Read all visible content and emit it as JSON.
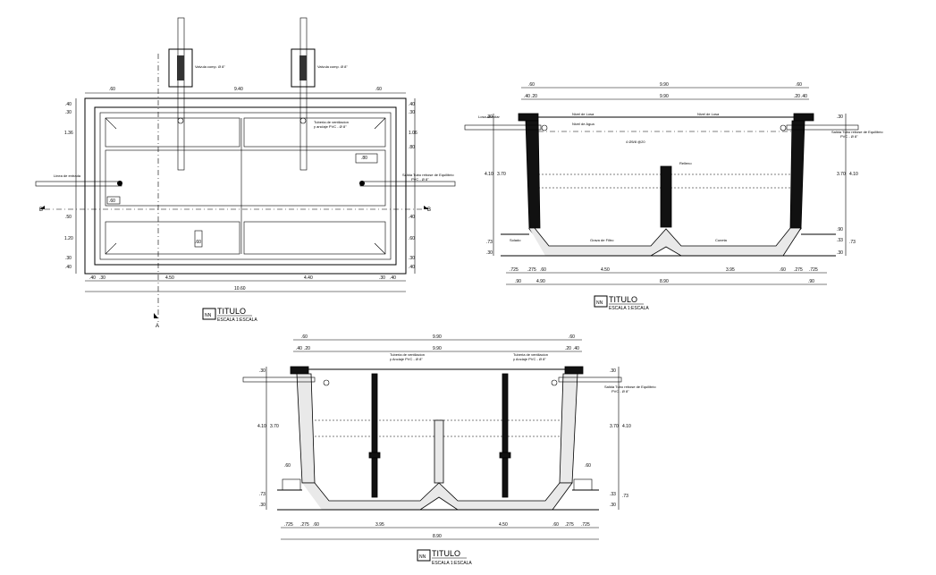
{
  "plan": {
    "valve_label_left": "Valvula comp. Ø 8\"",
    "valve_label_right": "Valvula comp. Ø 8\"",
    "vent_pipe_label_1": "Tuberia de ventilacion",
    "vent_pipe_label_2": "y anclaje PVC - Ø 8\"",
    "overflow_label_1": "Salida Tubo rebose de Equilibrio",
    "overflow_label_2": "PVC - Ø 8\"",
    "inlet_label": "Linea de entrada",
    "section_marker": "B",
    "axis_marker": "A",
    "top_dims": [
      ".60",
      "9.40",
      ".60"
    ],
    "bottom_total": "10.60",
    "bottom_dims": [
      ".40",
      ".30",
      "4.50",
      "4.40",
      ".30",
      ".40"
    ],
    "left_dims": [
      ".40",
      ".30",
      "1.36",
      ".50",
      "1.20",
      ".30",
      ".40"
    ],
    "right_dims": [
      ".40",
      ".30",
      "1.06",
      ".80",
      ".40",
      ".60",
      ".30",
      ".40"
    ],
    "inner_dims": [
      ".80",
      ".60",
      ".60"
    ],
    "title_tag": "NN",
    "title": "TITULO",
    "scale": "ESCALA 1:ESCALA"
  },
  "section_top": {
    "top_dims": [
      ".60",
      "9.90",
      ".60"
    ],
    "sub_dims": [
      ".40",
      ".20",
      "9.90",
      ".20",
      ".40"
    ],
    "left_dims": [
      ".30",
      "4.10",
      "3.70",
      ".73",
      ".30"
    ],
    "right_dims": [
      ".30",
      "3.70",
      "4.10",
      ".90",
      ".33",
      ".73",
      ".30"
    ],
    "bottom_dims_1": [
      ".725",
      ".275",
      ".60",
      "4.50",
      "3.95",
      ".60",
      ".275",
      ".725"
    ],
    "bottom_dims_2": [
      ".90",
      "4.90",
      "8.90",
      ".90"
    ],
    "notes": [
      "Losa alveolar",
      "Nivel de Losa",
      "Nivel de Agua",
      "Salida Tubo rebose de Equilibrio",
      "PVC - Ø 8\"",
      "4 Ø5/8 @20",
      "Relleno",
      "Grava de Filtro",
      "Cuneta",
      "Solado"
    ],
    "title_tag": "NN",
    "title": "TITULO",
    "scale": "ESCALA 1:ESCALA"
  },
  "section_bottom": {
    "top_dims": [
      ".60",
      "9.90",
      ".60"
    ],
    "sub_dims": [
      ".40",
      ".20",
      "9.90",
      ".20",
      ".40"
    ],
    "left_dims": [
      ".30",
      "4.10",
      "3.70",
      ".60",
      ".73",
      ".30"
    ],
    "right_dims": [
      ".30",
      "3.70",
      "4.10",
      ".60",
      ".33",
      ".73",
      ".30"
    ],
    "bottom_dims_1": [
      ".725",
      ".275",
      ".60",
      "3.95",
      "4.50",
      ".60",
      ".275",
      ".725"
    ],
    "bottom_total": "8.90",
    "vent_label_1": "Tuberia de ventilacion",
    "vent_label_2": "y Anclaje PVC - Ø 8\"",
    "overflow_label_1": "Salida Tubo rebose de Equilibrio",
    "overflow_label_2": "PVC - Ø 8\"",
    "title_tag": "NN",
    "title": "TITULO",
    "scale": "ESCALA 1:ESCALA"
  }
}
